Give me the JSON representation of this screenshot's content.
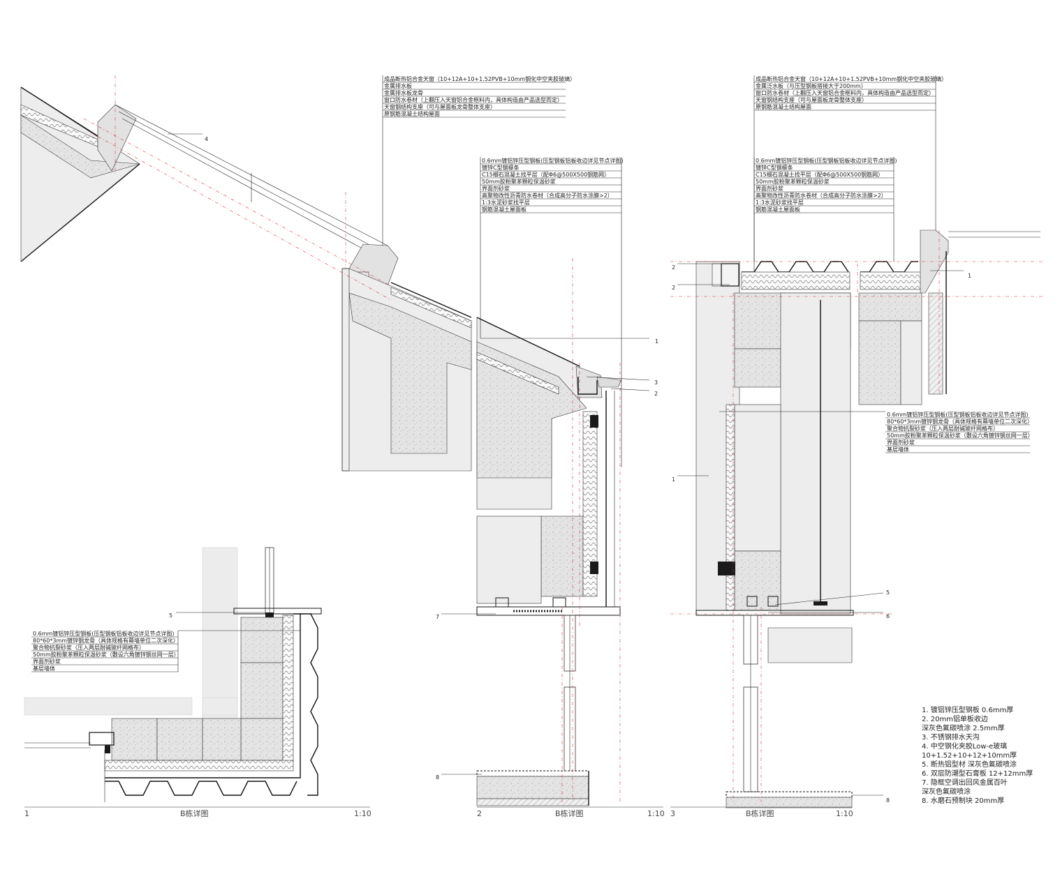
{
  "drawings": [
    {
      "number": "1",
      "title": "B栋详图",
      "scale": "1:10"
    },
    {
      "number": "2",
      "title": "B栋详图",
      "scale": "1:10"
    },
    {
      "number": "3",
      "title": "B栋详图",
      "scale": "1:10"
    }
  ],
  "spec_block_skylight_a": [
    "成品断热铝合金天窗（10+12A+10+1.52PVB+10mm钢化中空夹胶玻璃）",
    "金属排水板",
    "金属排水板龙骨",
    "窗口防水卷材（上翻压入天窗铝合金框料内，具体构造由产品选型而定）",
    "天窗钢结构支座（可与屋面板龙骨整体支座）",
    "原钢筋混凝土结构屋面"
  ],
  "spec_block_skylight_b": [
    "成品断热铝合金天窗（10+12A+10+1.52PVB+10mm钢化中空夹胶玻璃）",
    "金属泛水板（与压型钢板搭接大于200mm）",
    "窗口防水卷材（上翻压入天窗铝合金框料内，具体构造由产品选型而定）",
    "天窗钢结构支座（可与屋面板龙骨整体支座）",
    "原钢筋混凝土结构屋面"
  ],
  "spec_block_roof_a": [
    "0.6mm镀铝锌压型钢板(压型钢板铝板收边详见节点详图)",
    "镀锌C型钢檩条",
    "C15细石混凝土找平层（配Φ6@500X500钢筋网）",
    "50mm胶粉聚苯颗粒保温砂浆",
    "界面剂砂浆",
    "高聚物改性沥青防水卷材（合成高分子防水涂膜>2）",
    "1:3水泥砂浆找平层",
    "钢筋混凝土屋面板"
  ],
  "spec_block_roof_b": [
    "0.6mm镀铝锌压型钢板(压型钢板铝板收边详见节点详图)",
    "镀锌C型钢檩条",
    "C15细石混凝土找平层（配Φ6@500X500钢筋网）",
    "50mm胶粉聚苯颗粒保温砂浆",
    "界面剂砂浆",
    "高聚物改性沥青防水卷材（合成高分子防水涂膜>2）",
    "1:3水泥砂浆找平层",
    "钢筋混凝土屋面板"
  ],
  "spec_block_wall_a": [
    "0.6mm镀铝锌压型钢板(压型钢板铝板收边详见节点详图)",
    "80*60*3mm镀锌钢龙骨（具体规格有幕墙单位二次深化）",
    "聚合物抗裂砂浆（压入两层耐碱玻纤网格布）",
    "50mm胶粉聚苯颗粒保温砂浆（敷设六角镀锌钢丝网一层）",
    "界面剂砂浆",
    "基层墙体"
  ],
  "spec_block_wall_b": [
    "0.6mm镀铝锌压型钢板(压型钢板铝板收边详见节点详图)",
    "80*60*3mm镀锌钢龙骨（具体规格有幕墙单位二次深化）",
    "聚合物抗裂砂浆（压入两层耐碱玻纤网格布）",
    "50mm胶粉聚苯颗粒保温砂浆（敷设六角镀锌钢丝网一层）",
    "界面剂砂浆",
    "基层墙体"
  ],
  "callouts": {
    "d1_4": "4",
    "d1_1": "1",
    "d1_3": "3",
    "d1_2": "2",
    "d2_7": "7",
    "d2_8": "8",
    "d3_2a": "2",
    "d3_2b": "2",
    "d3_1a": "1",
    "d3_1b": "1",
    "d3_5": "5",
    "d3_6": "6",
    "d3_8": "8",
    "d4_5": "5"
  },
  "legend": [
    "1.  镀铝锌压型钢板 0.6mm厚",
    "2.  20mm铝单板收边",
    "      深灰色氟碳喷涂 2.5mm厚",
    "3.  不锈钢排水天沟",
    "4.  中空钢化夹胶Low-e玻璃",
    "      10+1.52+10+12+10mm厚",
    "5.  断热铝型材 深灰色氟碳喷涂",
    "6.  双层防潮型石膏板 12+12mm厚",
    "7.  隐框空调出回风金属百叶",
    "      深灰色氟碳喷涂",
    "8.  水磨石预制块 20mm厚"
  ]
}
